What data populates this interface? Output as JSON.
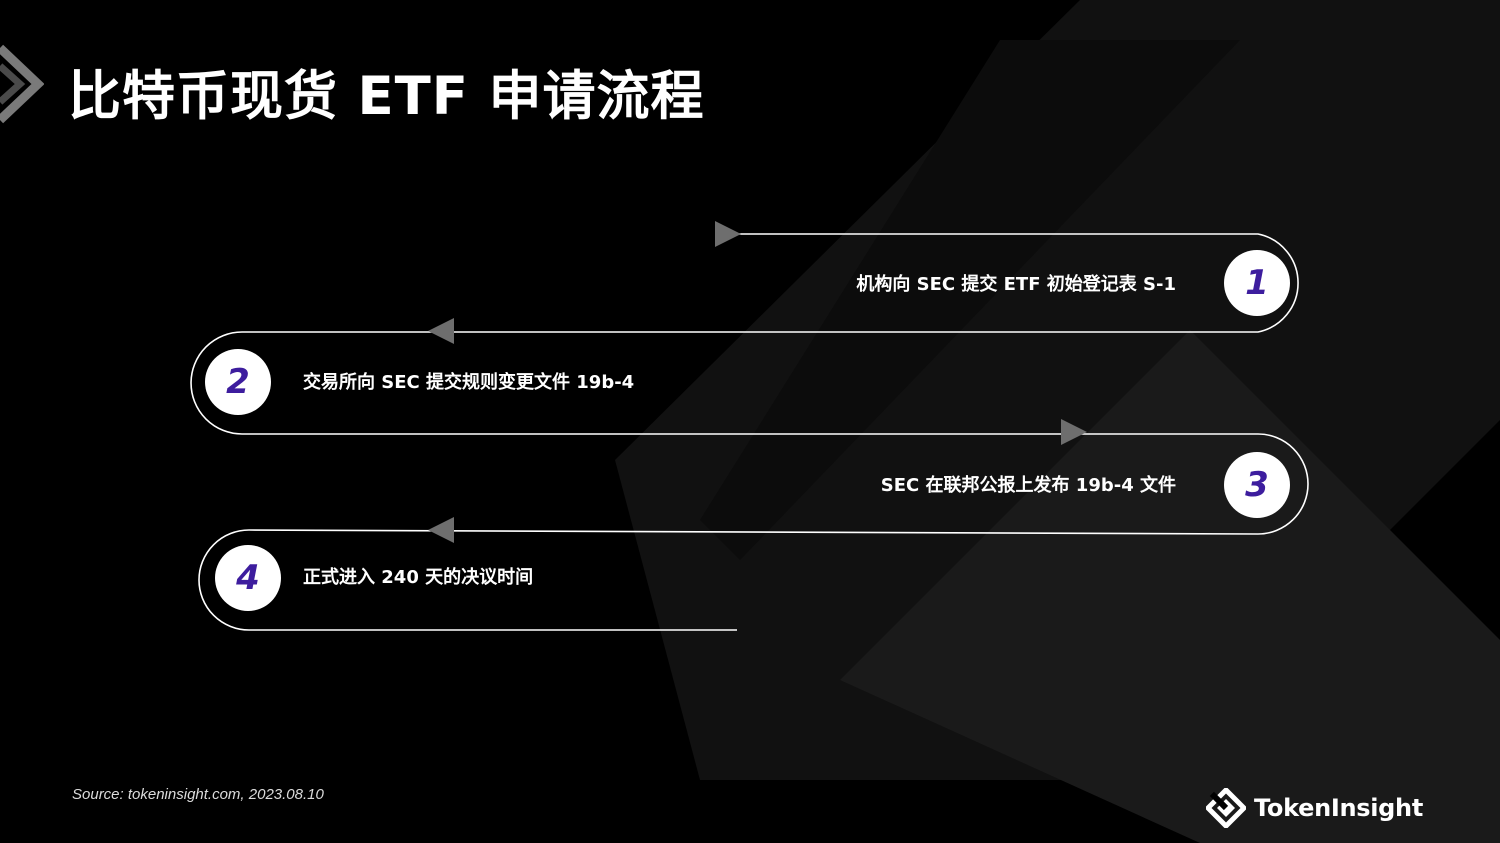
{
  "title": "比特币现货 ETF 申请流程",
  "steps": [
    {
      "number": "1",
      "text": "机构向 SEC 提交 ETF 初始登记表 S-1"
    },
    {
      "number": "2",
      "text": "交易所向 SEC 提交规则变更文件 19b-4"
    },
    {
      "number": "3",
      "text": "SEC 在联邦公报上发布 19b-4 文件"
    },
    {
      "number": "4",
      "text": "正式进入 240 天的决议时间"
    }
  ],
  "source": "Source: tokeninsight.com, 2023.08.10",
  "brand": {
    "name": "TokenInsight",
    "icon": "tokeninsight-logo-icon"
  },
  "colors": {
    "background": "#000000",
    "accent": "#3d1d9e",
    "line": "#ffffff",
    "arrow": "#6e6e6e"
  }
}
